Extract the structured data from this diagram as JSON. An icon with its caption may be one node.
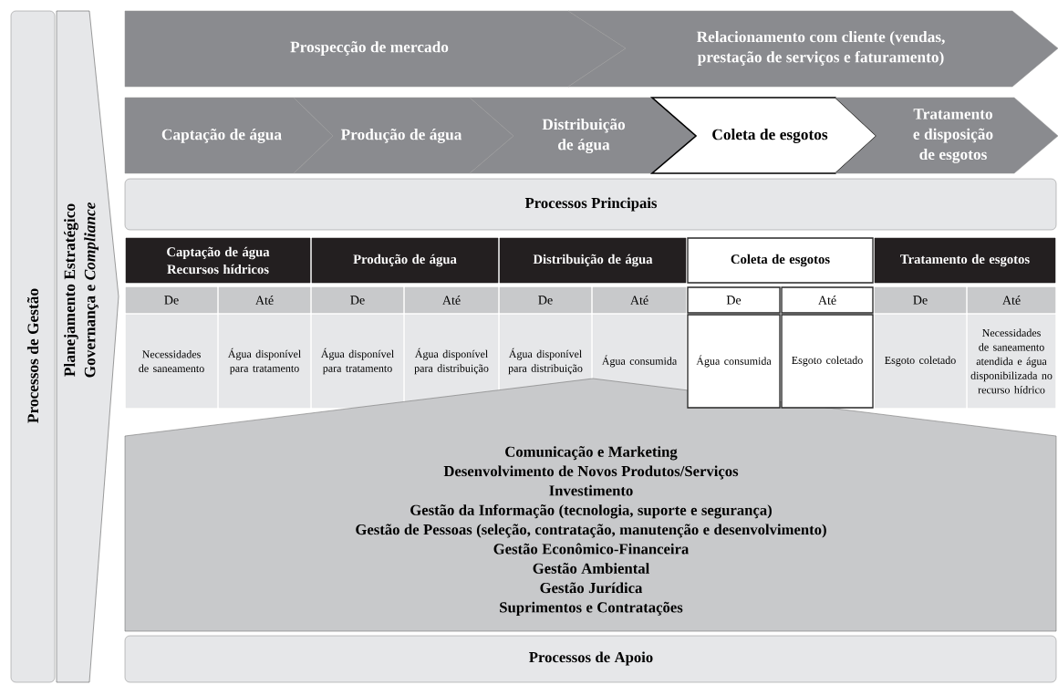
{
  "diagram": {
    "nodes": [
      {
        "text": [
          "Processos de Gestão"
        ]
      },
      {
        "text": [
          "Planejamento Estratégico Governança e *Compliance*"
        ]
      },
      {
        "text": [
          "Prospecção de mercado"
        ]
      },
      {
        "text": [
          "Relacionamento com cliente (vendas, prestação de serviços e faturamento)"
        ]
      },
      {
        "text": [
          "Captação de água"
        ]
      },
      {
        "text": [
          "Produção de água"
        ]
      },
      {
        "text": [
          "Distribuição de água"
        ]
      },
      {
        "text": [
          "Coleta de esgotos"
        ]
      },
      {
        "text": [
          "Tratamento e disposição de esgotos"
        ]
      },
      {
        "text": [
          "Processos Principais"
        ]
      },
      {
        "text": [
          "Comunicação e Marketing",
          "Desenvolvimento de Novos Produtos/Serviços",
          "Investimento",
          "Gestão da Informação (tecnologia, suporte e segurança)",
          "Gestão de Pessoas (seleção, contratação, manutenção e desenvolvimento)",
          "Gestão Econômico-Financeira",
          "Gestão Ambiental",
          "Gestão Jurídica",
          "Suprimentos e Contratações"
        ]
      },
      {
        "text": [
          "Processos de Apoio"
        ]
      }
    ],
    "labels": [
      "Captação de água Recursos hídricos",
      "Produção de água",
      "Distribuição de água",
      "Coleta de esgotos",
      "Tratamento de esgotos",
      "De",
      "Até",
      "De",
      "Até",
      "De",
      "Até",
      "De",
      "Até",
      "De",
      "Até",
      "Necessidades de saneamento",
      "Água disponível para tratamento",
      "Água disponível para tratamento",
      "Água disponível para distribuição",
      "Água disponível para distribuição",
      "Água consumida",
      "Água consumida",
      "Esgoto coletado",
      "Esgoto coletado",
      "Necessidades de saneamento atendida e água disponibilizada no recurso hídrico"
    ]
  }
}
